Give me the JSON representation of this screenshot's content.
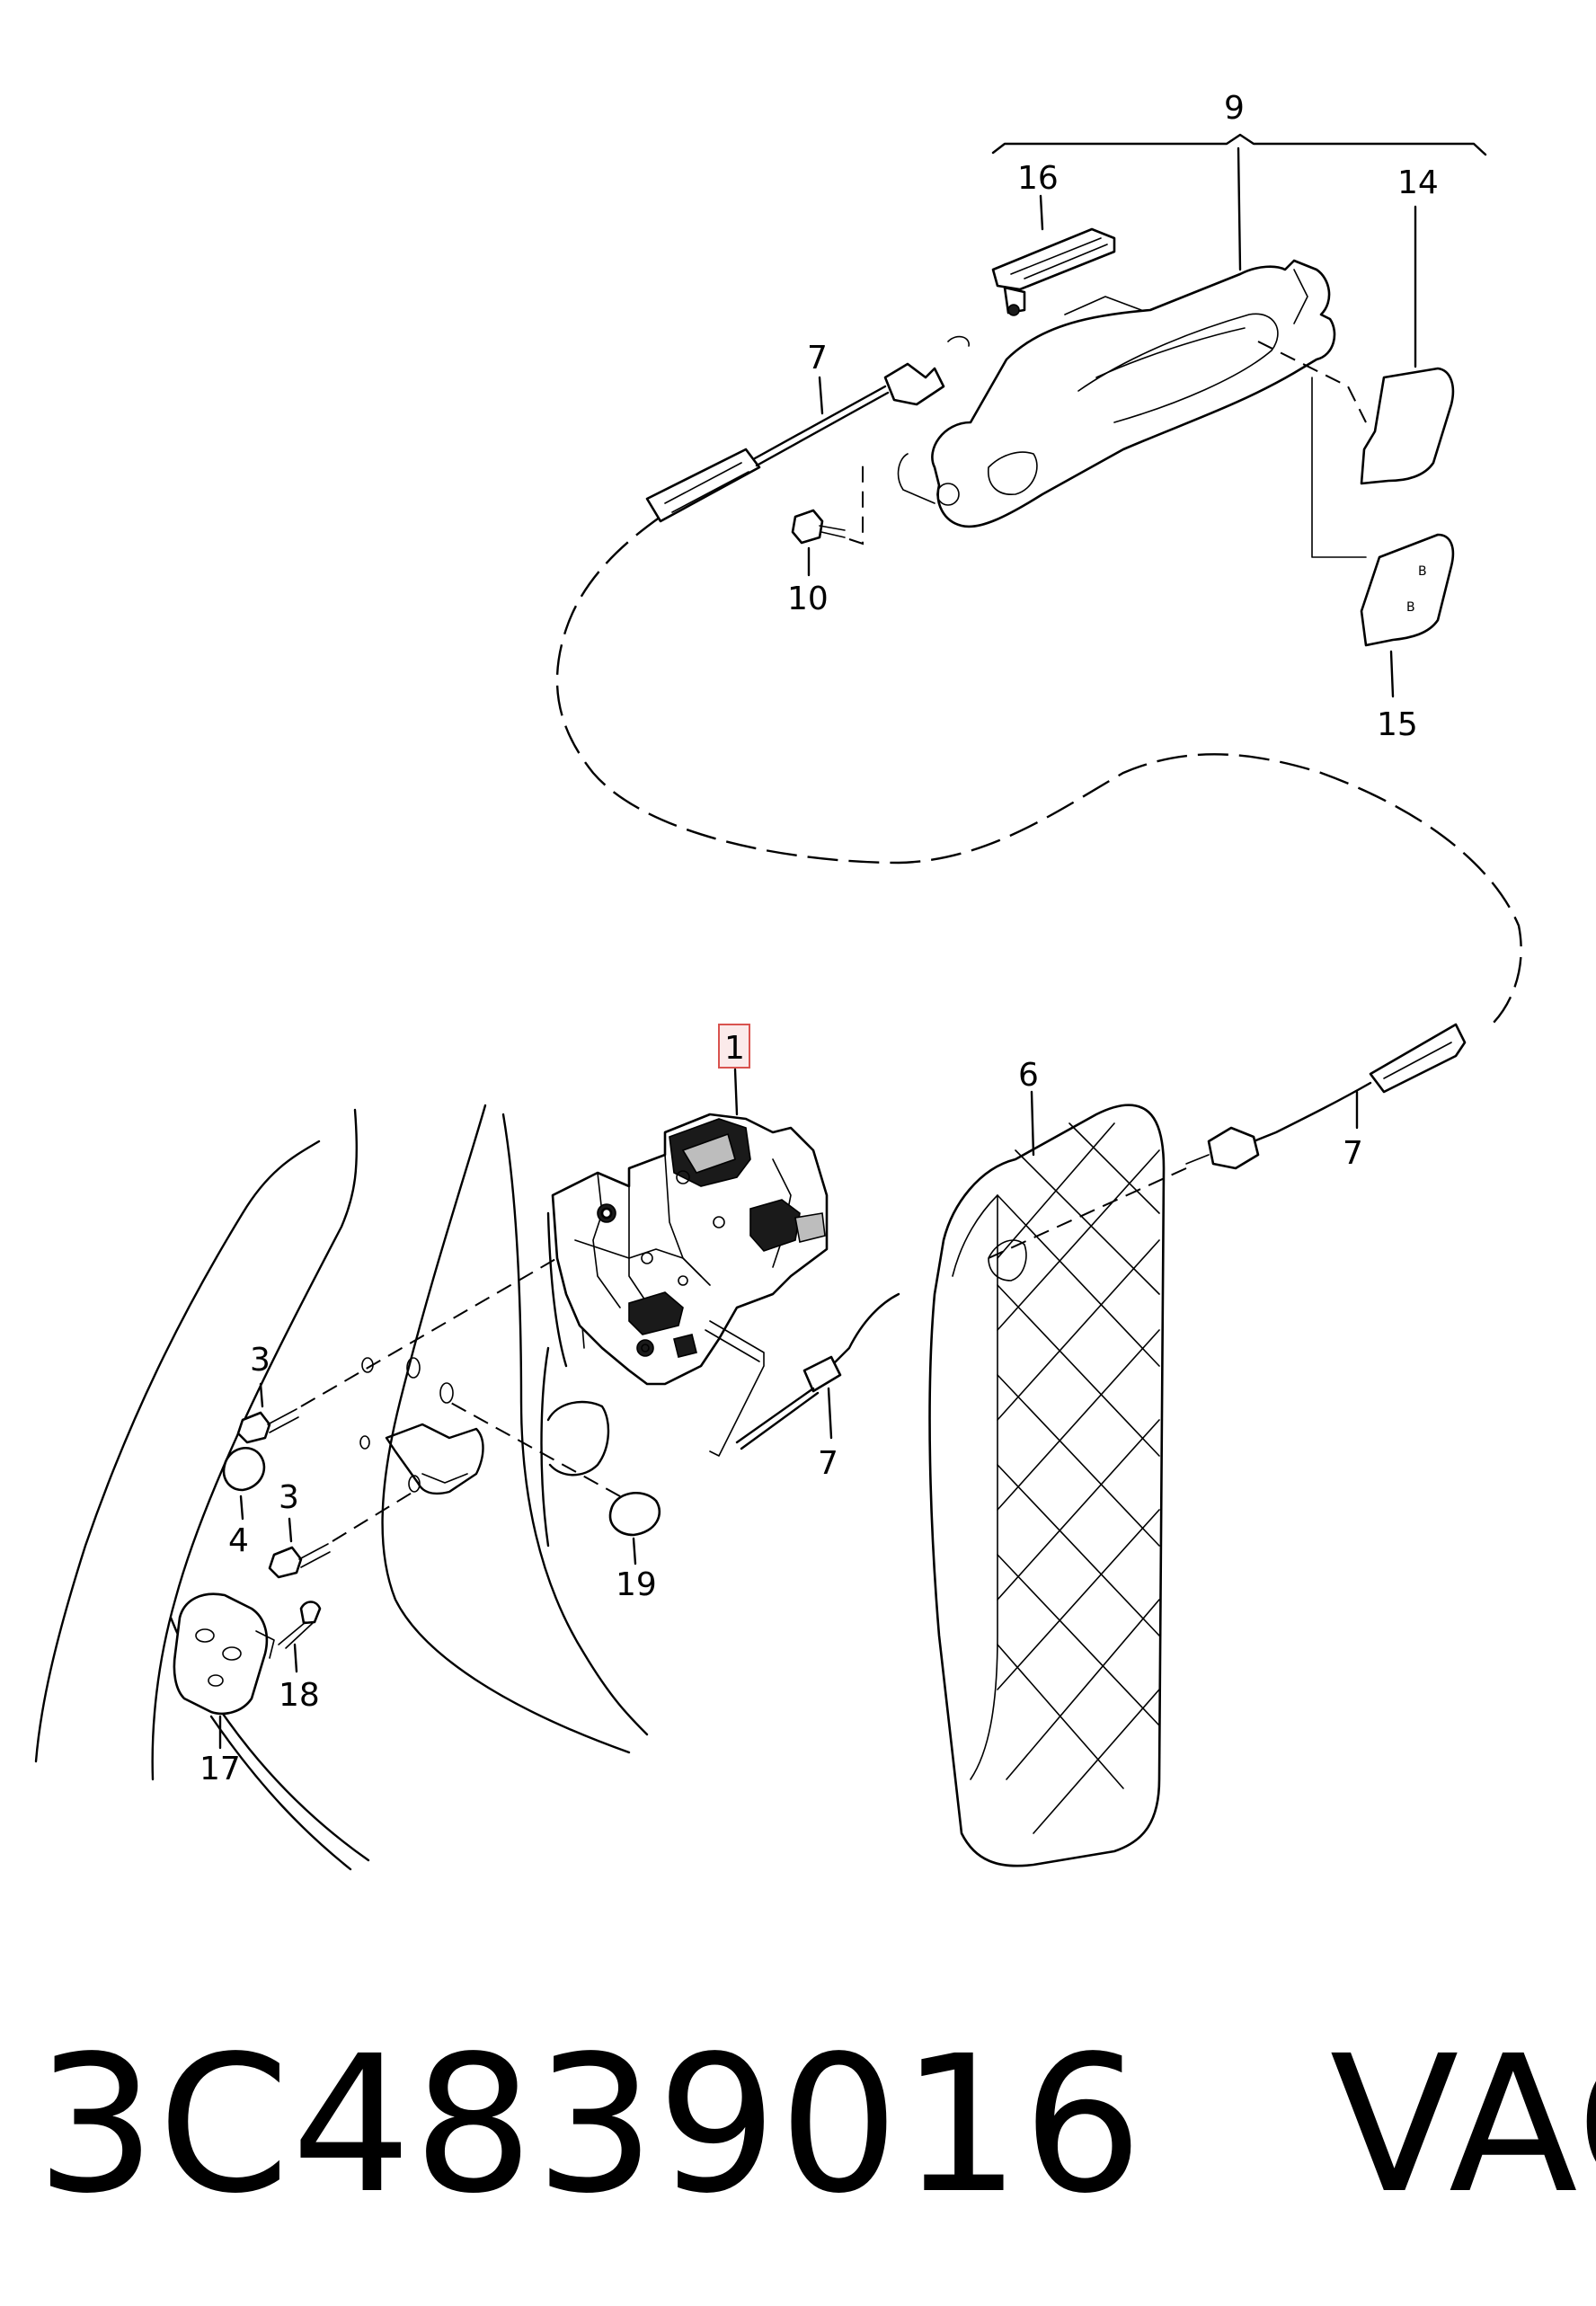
{
  "callouts": {
    "c1": "1",
    "c3a": "3",
    "c3b": "3",
    "c4": "4",
    "c6": "6",
    "c7a": "7",
    "c7b": "7",
    "c7c": "7",
    "c9": "9",
    "c10": "10",
    "c14": "14",
    "c15": "15",
    "c16": "16",
    "c17": "17",
    "c18": "18",
    "c19": "19"
  },
  "caption": {
    "part_number": "3C4839016",
    "brand": "VAG"
  },
  "colors": {
    "line": "#000000",
    "highlight": "#d9534f",
    "highlight_fill": "#fbeaea"
  }
}
